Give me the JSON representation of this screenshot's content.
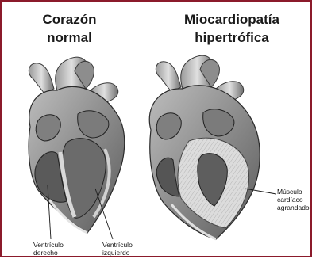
{
  "titles": {
    "normal": [
      "Corazón",
      "normal"
    ],
    "hypertrophic": [
      "Miocardiopatía",
      "hipertrófica"
    ]
  },
  "labels": {
    "right_ventricle": [
      "Ventrículo",
      "derecho"
    ],
    "left_ventricle": [
      "Ventrículo",
      "izquierdo"
    ],
    "enlarged_muscle": [
      "Músculo",
      "cardíaco",
      "agrandado"
    ]
  },
  "colors": {
    "border": "#8b1a2b"
  }
}
